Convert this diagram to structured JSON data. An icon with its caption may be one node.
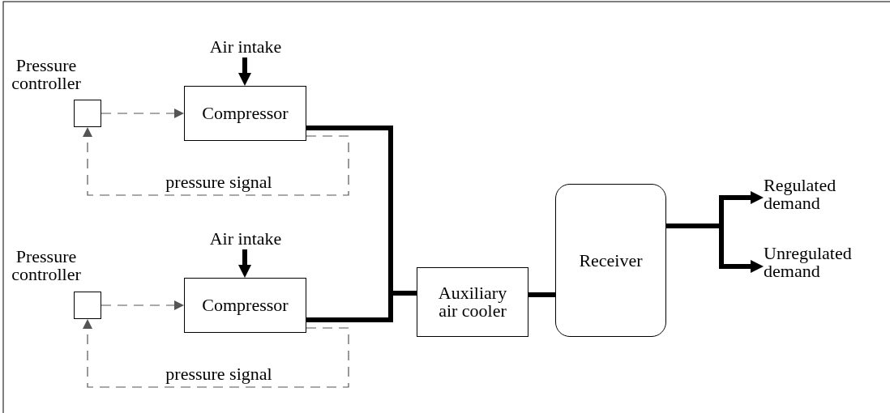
{
  "diagram": {
    "nodes": [
      {
        "text": [
          "Air intake"
        ]
      },
      {
        "text": [
          "Pressure controller"
        ]
      },
      {
        "text": [
          "Compressor"
        ]
      },
      {
        "text": [
          "Air intake"
        ]
      },
      {
        "text": [
          "Pressure controller"
        ]
      },
      {
        "text": [
          "Compressor"
        ]
      },
      {
        "text": [
          "Auxiliary air cooler"
        ]
      },
      {
        "text": [
          "Receiver"
        ]
      },
      {
        "text": [
          "Regulated demand"
        ]
      },
      {
        "text": [
          "Unregulated demand"
        ]
      }
    ],
    "edges": [
      {
        "from": 0,
        "to": 2,
        "arrow": "to"
      },
      {
        "from": 1,
        "to": 2,
        "arrow": "to",
        "style": "dashed"
      },
      {
        "from": 2,
        "to": 1,
        "arrow": "to",
        "style": "dashed",
        "label": "pressure signal"
      },
      {
        "from": 2,
        "to": 6,
        "arrow": "none"
      },
      {
        "from": 3,
        "to": 5,
        "arrow": "to"
      },
      {
        "from": 4,
        "to": 5,
        "arrow": "to",
        "style": "dashed"
      },
      {
        "from": 5,
        "to": 4,
        "arrow": "to",
        "style": "dashed",
        "label": "pressure signal"
      },
      {
        "from": 5,
        "to": 6,
        "arrow": "none"
      },
      {
        "from": 6,
        "to": 7,
        "arrow": "none"
      },
      {
        "from": 7,
        "to": 8,
        "arrow": "to"
      },
      {
        "from": 7,
        "to": 9,
        "arrow": "to"
      }
    ]
  }
}
